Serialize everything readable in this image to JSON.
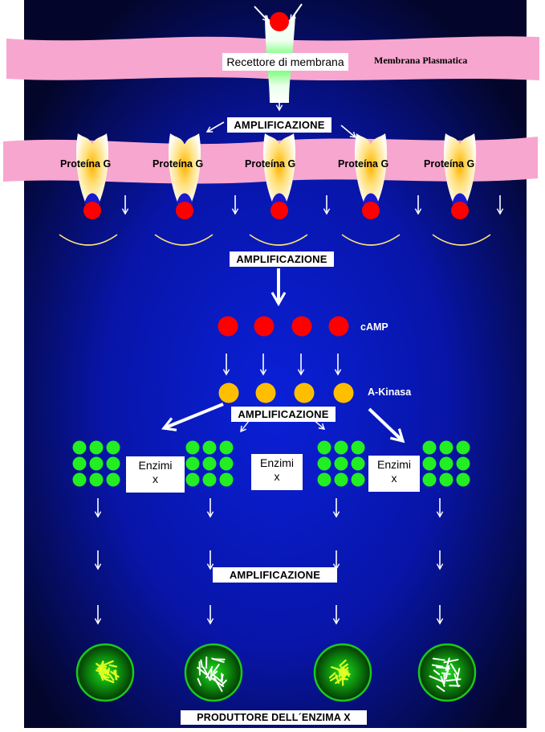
{
  "receptor_label": "Recettore di membrana",
  "membrane_label": "Membrana Plasmatica",
  "amplification_label": "AMPLIFICAZIONE",
  "g_proteins": [
    "Proteína G",
    "Proteína G",
    "Proteína G",
    "Proteína G",
    "Proteína G"
  ],
  "camp_label": "cAMP",
  "kinase_label": "A-Kinasa",
  "enzyme_boxes": [
    {
      "line1": "Enzimi",
      "line2": "x"
    },
    {
      "line1": "Enzimi",
      "line2": "x"
    },
    {
      "line1": "Enzimi",
      "line2": "x"
    }
  ],
  "producer_label": "PRODUTTORE DELL´ENZIMA X",
  "colors": {
    "background_core": "#0a20d8",
    "background_edge": "#03062a",
    "membrane": "#f7a6cf",
    "camp": "#ff0000",
    "kinase": "#ffbf00",
    "enzyme": "#22ee22",
    "cell": "#0f9f0f"
  }
}
